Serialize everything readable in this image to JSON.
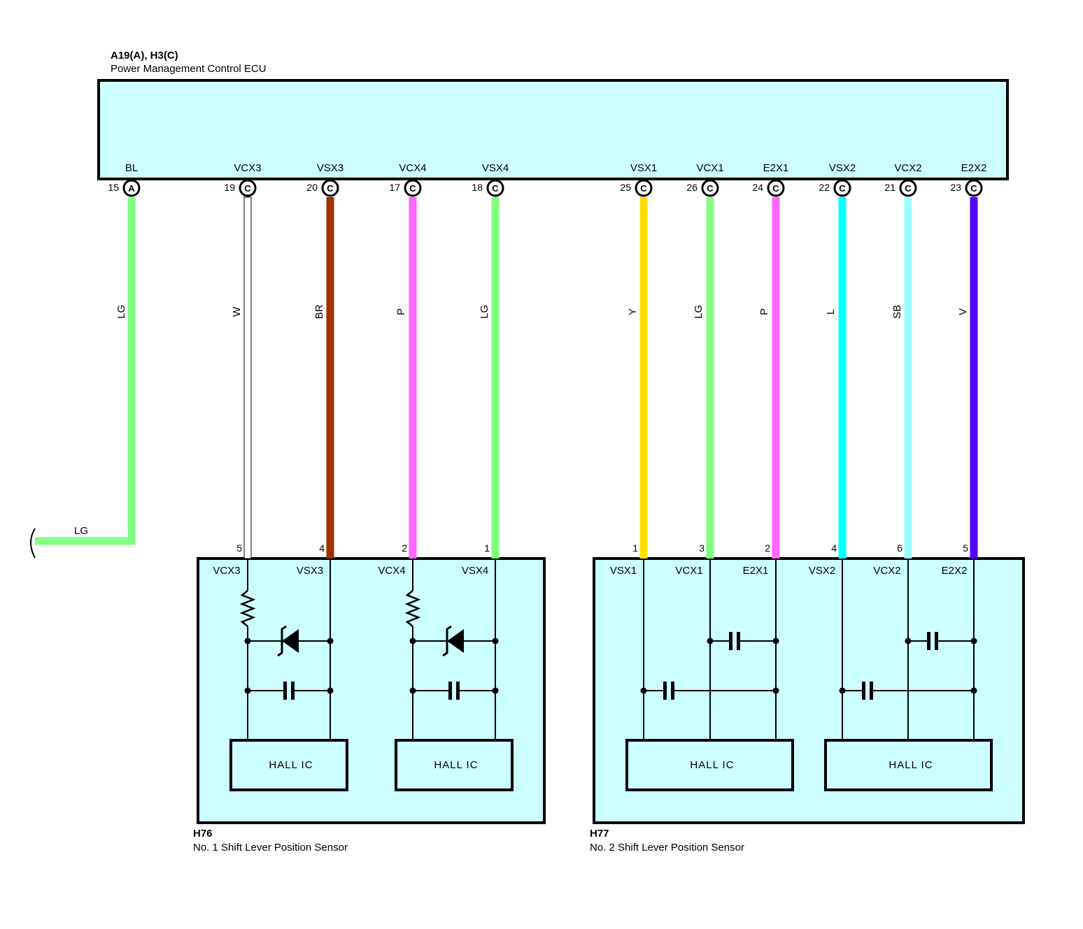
{
  "ecu": {
    "title": "A19(A), H3(C)",
    "subtitle": "Power Management Control ECU",
    "pins": [
      {
        "name": "BL",
        "num": "15",
        "conn": "A"
      },
      {
        "name": "VCX3",
        "num": "19",
        "conn": "C"
      },
      {
        "name": "VSX3",
        "num": "20",
        "conn": "C"
      },
      {
        "name": "VCX4",
        "num": "17",
        "conn": "C"
      },
      {
        "name": "VSX4",
        "num": "18",
        "conn": "C"
      },
      {
        "name": "VSX1",
        "num": "25",
        "conn": "C"
      },
      {
        "name": "VCX1",
        "num": "26",
        "conn": "C"
      },
      {
        "name": "E2X1",
        "num": "24",
        "conn": "C"
      },
      {
        "name": "VSX2",
        "num": "22",
        "conn": "C"
      },
      {
        "name": "VCX2",
        "num": "21",
        "conn": "C"
      },
      {
        "name": "E2X2",
        "num": "23",
        "conn": "C"
      }
    ]
  },
  "wires": [
    {
      "color_code": "LG",
      "color": "#80ff80",
      "sensor_pin": ""
    },
    {
      "color_code": "W",
      "color": "#ffffff",
      "sensor_pin": "5"
    },
    {
      "color_code": "BR",
      "color": "#993300",
      "sensor_pin": "4"
    },
    {
      "color_code": "P",
      "color": "#ff66ff",
      "sensor_pin": "2"
    },
    {
      "color_code": "LG",
      "color": "#80ff80",
      "sensor_pin": "1"
    },
    {
      "color_code": "Y",
      "color": "#ffdd00",
      "sensor_pin": "1"
    },
    {
      "color_code": "LG",
      "color": "#80ff80",
      "sensor_pin": "3"
    },
    {
      "color_code": "P",
      "color": "#ff66ff",
      "sensor_pin": "2"
    },
    {
      "color_code": "L",
      "color": "#00ffff",
      "sensor_pin": "4"
    },
    {
      "color_code": "SB",
      "color": "#99ffff",
      "sensor_pin": "6"
    },
    {
      "color_code": "V",
      "color": "#5500ff",
      "sensor_pin": "5"
    }
  ],
  "bl_wire_branch_label": "LG",
  "sensor1": {
    "code": "H76",
    "name": "No.  1 Shift Lever Position Sensor",
    "pins": [
      "VCX3",
      "VSX3",
      "VCX4",
      "VSX4"
    ],
    "hall_ic": [
      "HALL IC",
      "HALL IC"
    ]
  },
  "sensor2": {
    "code": "H77",
    "name": "No.  2 Shift Lever Position Sensor",
    "pins": [
      "VSX1",
      "VCX1",
      "E2X1",
      "VSX2",
      "VCX2",
      "E2X2"
    ],
    "hall_ic": [
      "HALL IC",
      "HALL IC"
    ]
  },
  "colors": {
    "box_fill": "#ccffff",
    "outline": "#000000"
  }
}
